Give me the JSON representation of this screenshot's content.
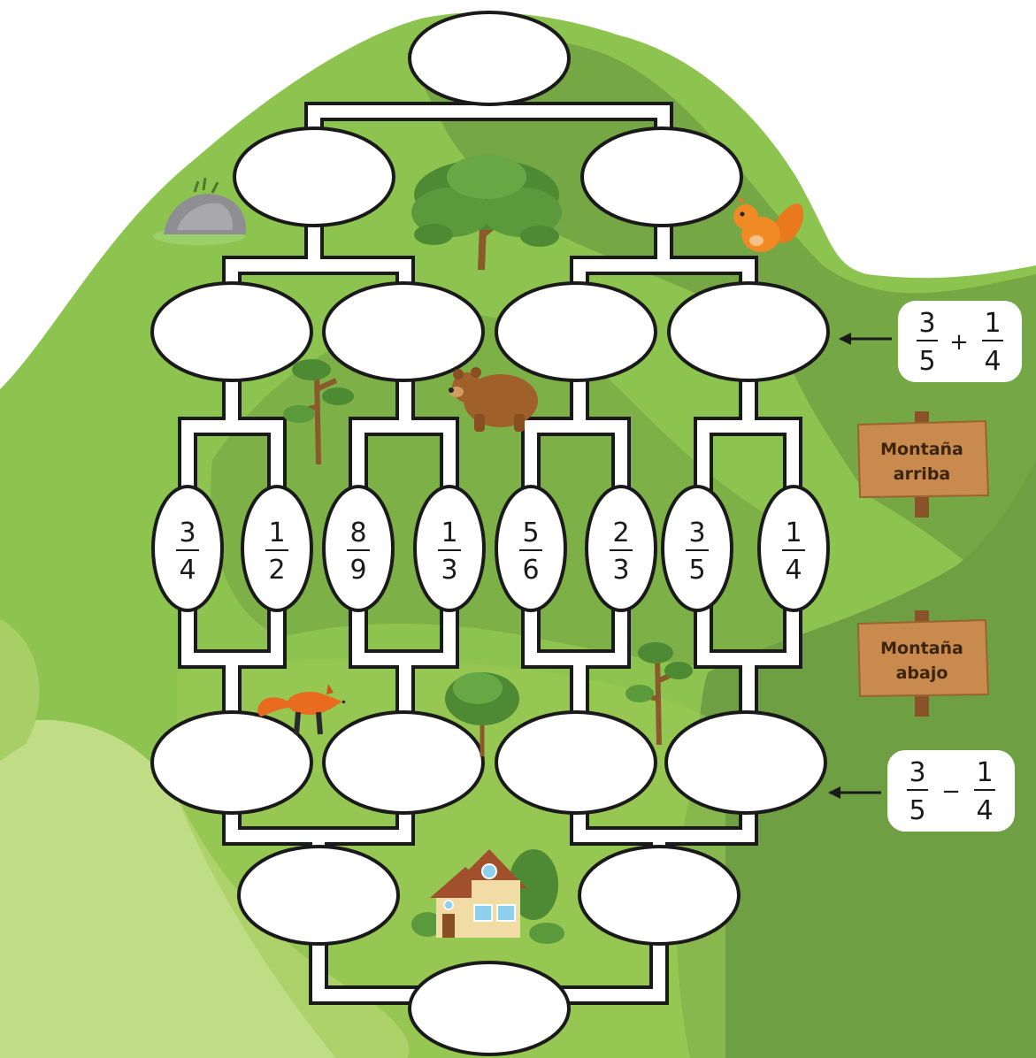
{
  "colors": {
    "background": "#ffffff",
    "mountain_light": "#8dc44f",
    "mountain_dark": "#6e9e42",
    "mountain_pale": "#c0dc84",
    "path": "#ffffff",
    "outline": "#1a1a1a",
    "sign_wood": "#c98a4e"
  },
  "bottom_fractions": [
    {
      "numerator": "3",
      "denominator": "4"
    },
    {
      "numerator": "1",
      "denominator": "2"
    },
    {
      "numerator": "8",
      "denominator": "9"
    },
    {
      "numerator": "1",
      "denominator": "3"
    },
    {
      "numerator": "5",
      "denominator": "6"
    },
    {
      "numerator": "2",
      "denominator": "3"
    },
    {
      "numerator": "3",
      "denominator": "5"
    },
    {
      "numerator": "1",
      "denominator": "4"
    }
  ],
  "example_add": {
    "a_num": "3",
    "a_den": "5",
    "operator": "+",
    "b_num": "1",
    "b_den": "4"
  },
  "example_sub": {
    "a_num": "3",
    "a_den": "5",
    "operator": "−",
    "b_num": "1",
    "b_den": "4"
  },
  "signs": {
    "up": {
      "line1": "Montaña",
      "line2": "arriba"
    },
    "down": {
      "line1": "Montaña",
      "line2": "abajo"
    }
  },
  "icons": [
    "rock-icon",
    "tree-icon",
    "squirrel-icon",
    "bear-icon",
    "fox-icon",
    "house-icon"
  ]
}
